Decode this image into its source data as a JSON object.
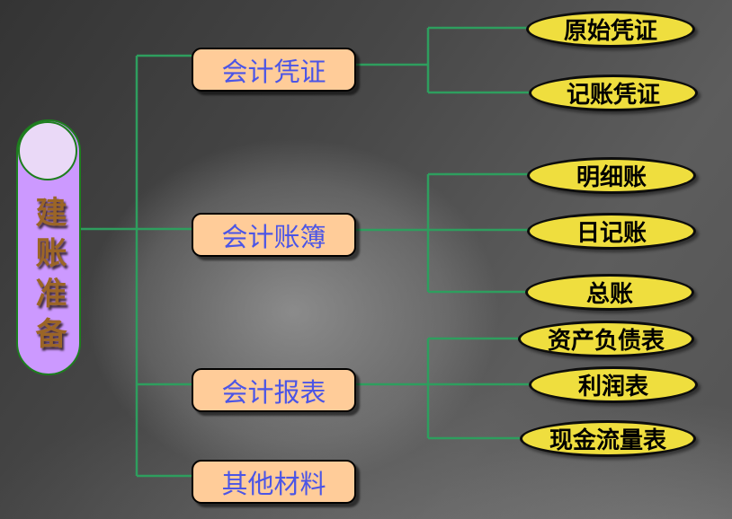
{
  "diagram_title": "建账准备",
  "root": {
    "label": "建账准备"
  },
  "branches": [
    {
      "label": "会计凭证",
      "children": [
        "原始凭证",
        "记账凭证"
      ]
    },
    {
      "label": "会计账簿",
      "children": [
        "明细账",
        "日记账",
        "总账"
      ]
    },
    {
      "label": "会计报表",
      "children": [
        "资产负债表",
        "利润表",
        "现金流量表"
      ]
    },
    {
      "label": "其他材料",
      "children": []
    }
  ],
  "colors": {
    "background_dark": "#3a3a3a",
    "background_light_swoosh": "#9a9a9a",
    "root_capsule_fill": "#cc99ff",
    "root_circle_fill": "#ead9f7",
    "root_border_green": "#1e7e1e",
    "root_text_brown": "#9b6527",
    "branch_box_fill": "#ffcc99",
    "branch_box_border": "#000000",
    "branch_text_blue": "#4b55e6",
    "leaf_ellipse_fill": "#efde3e",
    "leaf_ellipse_border": "#0d0d0d",
    "leaf_text": "#000000",
    "connector_green": "#2e9e5e"
  }
}
